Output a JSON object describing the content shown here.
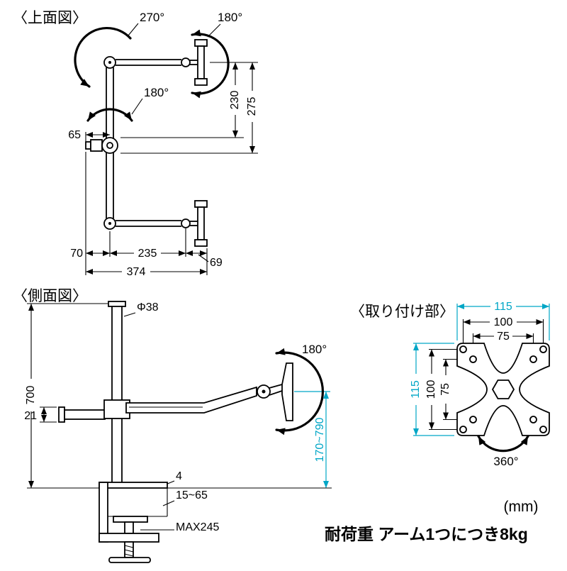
{
  "colors": {
    "accent": "#00a6c6",
    "line": "#000000",
    "bg": "#ffffff"
  },
  "views": {
    "top": {
      "title": "〈上面図〉",
      "dims": {
        "angle270": "270°",
        "angle180_bracket": "180°",
        "angle180_pole": "180°",
        "v230": "230",
        "v275": "275",
        "d65": "65",
        "d70": "70",
        "d235": "235",
        "d374": "374",
        "d69": "69"
      }
    },
    "side": {
      "title": "〈側面図〉",
      "dims": {
        "phi38": "Φ38",
        "h700": "700",
        "d21": "21",
        "angle180": "180°",
        "height_range": "170~790",
        "plate4": "4",
        "desk_range": "15~65",
        "max245": "MAX245"
      }
    },
    "mount": {
      "title": "〈取り付け部〉",
      "dims": {
        "w115": "115",
        "w100": "100",
        "w75": "75",
        "h115": "115",
        "h100": "100",
        "h75": "75",
        "angle360": "360°"
      }
    }
  },
  "footer": {
    "unit": "(mm)",
    "load_note": "耐荷重 アーム1つにつき8kg"
  }
}
